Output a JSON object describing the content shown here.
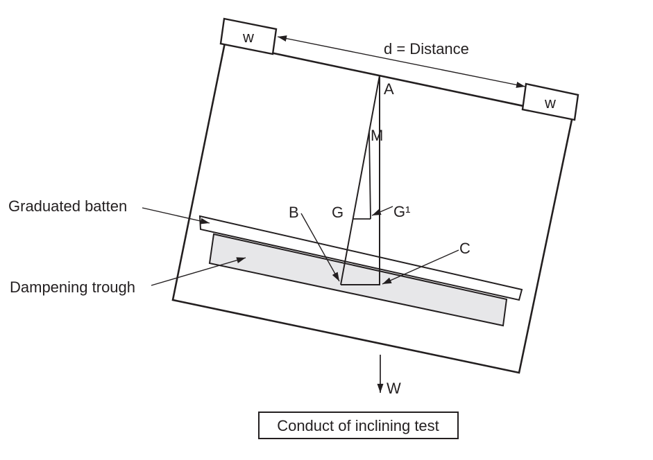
{
  "diagram": {
    "caption": "Conduct of inclining test",
    "colors": {
      "ink": "#231f20",
      "trough_fill": "#e7e7e9",
      "background": "#ffffff"
    },
    "labels": {
      "weight_left": "w",
      "weight_right": "w",
      "distance": "d = Distance",
      "point_a": "A",
      "point_m": "M",
      "point_g": "G",
      "point_g1": "G¹",
      "point_b": "B",
      "point_c": "C",
      "graduated_batten": "Graduated batten",
      "dampening_trough": "Dampening trough",
      "weight_force": "W"
    }
  }
}
